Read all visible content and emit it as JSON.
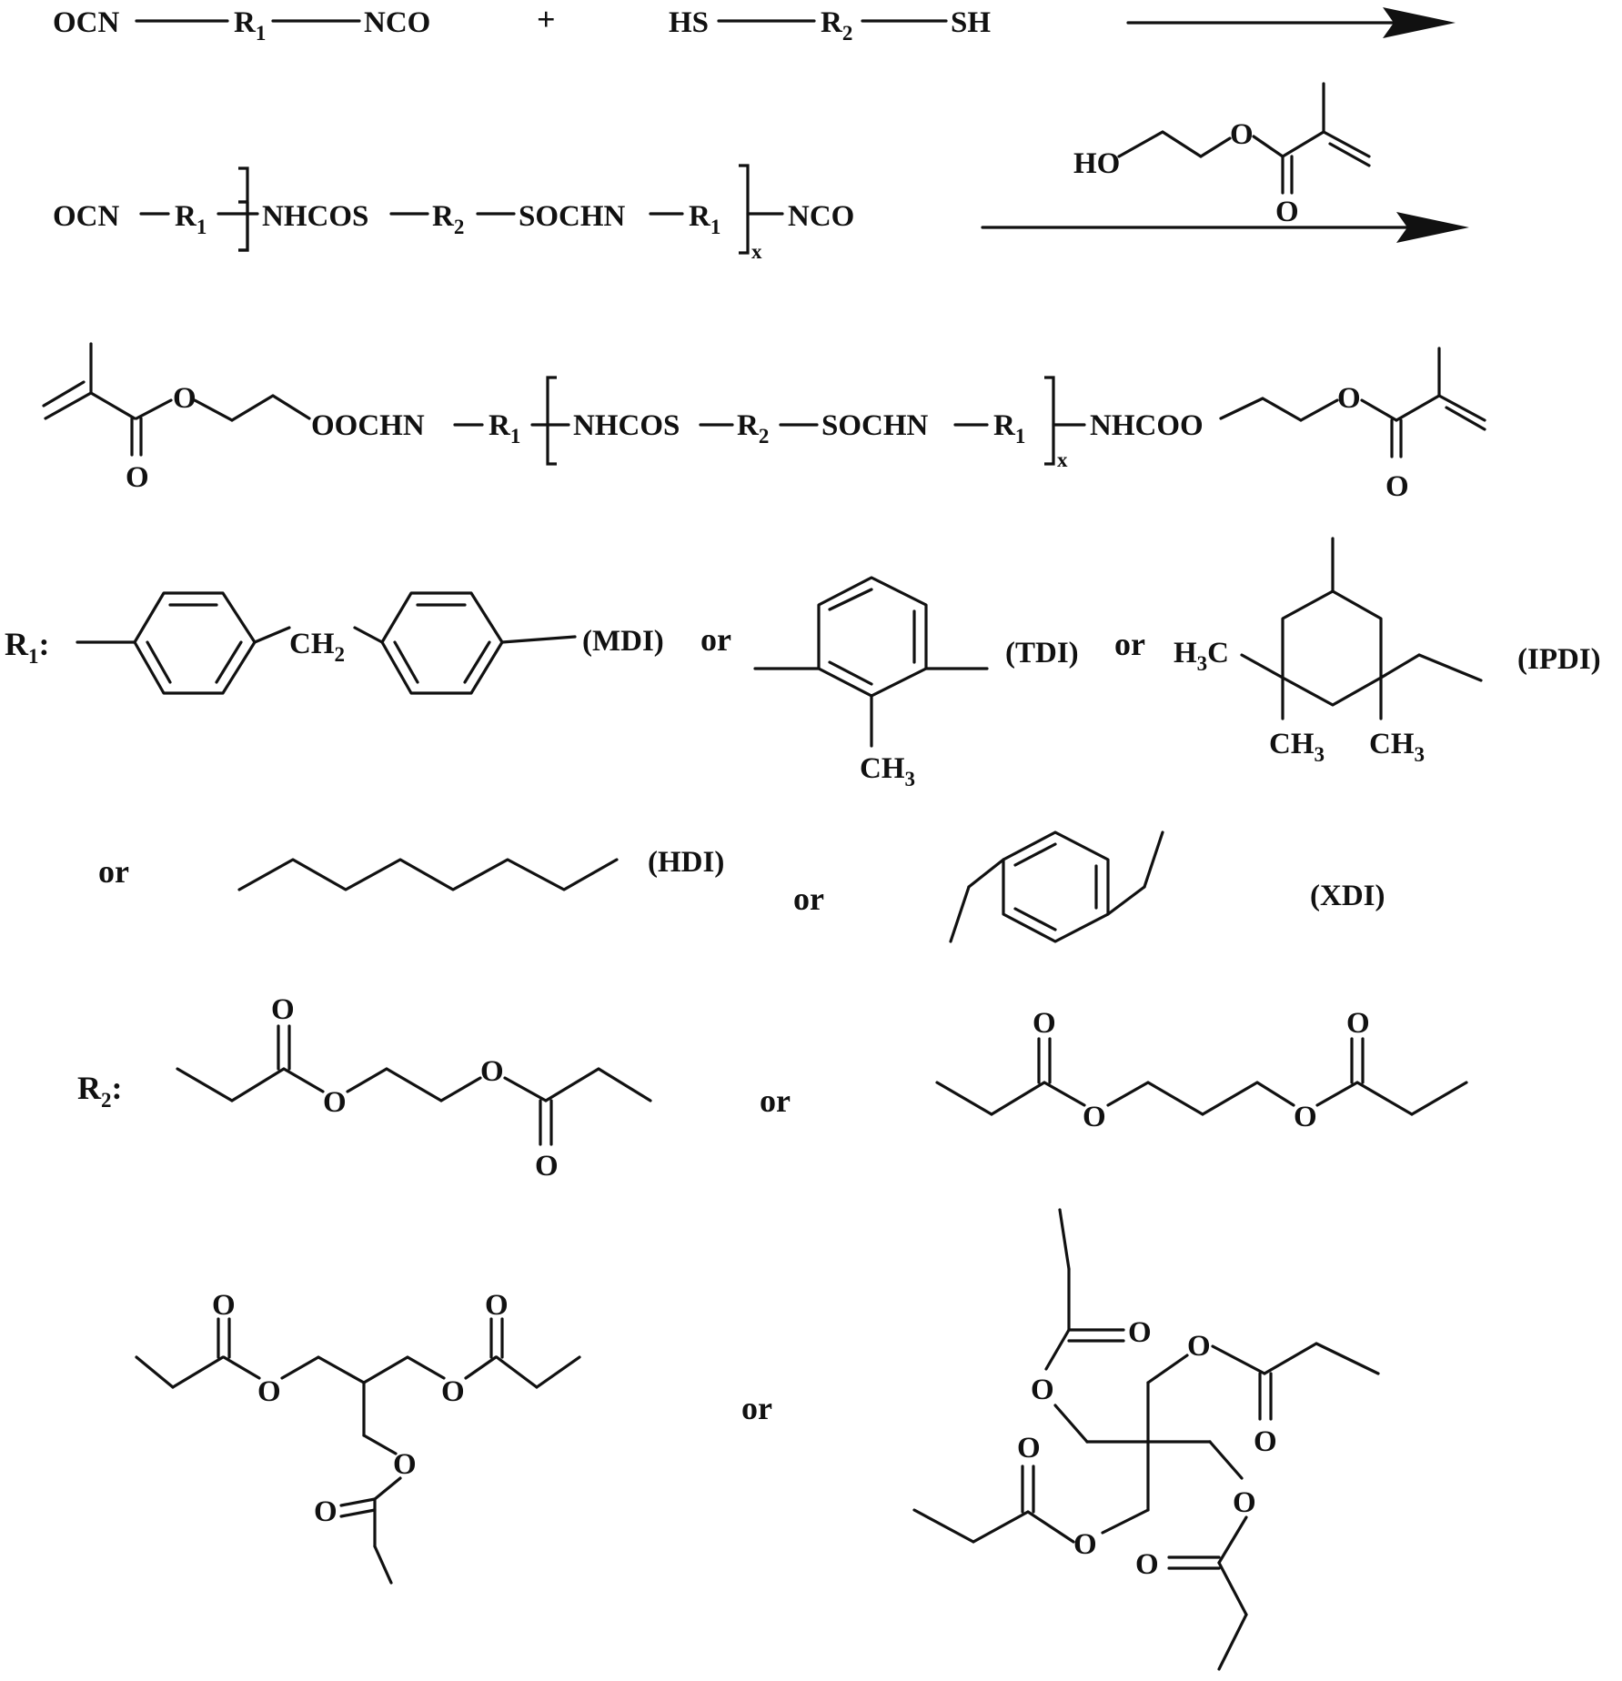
{
  "reaction": {
    "reactant1": {
      "left": "OCN",
      "r": "R",
      "r_sub": "1",
      "right": "NCO"
    },
    "plus": "+",
    "reactant2": {
      "left": "HS",
      "r": "R",
      "r_sub": "2",
      "right": "SH"
    },
    "intermediate": {
      "ocn": "OCN",
      "r1": "R",
      "r1_sub": "1",
      "nhcos": "NHCOS",
      "r2": "R",
      "r2_sub": "2",
      "sochn": "SOCHN",
      "r1b": "R",
      "r1b_sub": "1",
      "x": "x",
      "nco": "NCO"
    },
    "hema": {
      "ho": "HO",
      "o_ether": "O",
      "o_carbonyl": "O"
    },
    "product": {
      "o_ester_left": "O",
      "o_carbonyl_left": "O",
      "oochn": "OOCHN",
      "r1": "R",
      "r1_sub": "1",
      "nhcos": "NHCOS",
      "r2": "R",
      "r2_sub": "2",
      "sochn": "SOCHN",
      "r1b": "R",
      "r1b_sub": "1",
      "x": "x",
      "nhcoo": "NHCOO",
      "o_ester_right": "O",
      "o_carbonyl_right": "O"
    }
  },
  "r1_options": {
    "label": "R",
    "label_sub": "1",
    "colon": ":",
    "mdi": {
      "ch2": "CH",
      "ch2_sub": "2",
      "name": "(MDI)"
    },
    "or1": "or",
    "tdi": {
      "ch3": "CH",
      "ch3_sub": "3",
      "name": "(TDI)"
    },
    "or2": "or",
    "ipdi": {
      "h3c_h": "H",
      "h3c_sub": "3",
      "h3c_c": "C",
      "ch3a": "CH",
      "ch3a_sub": "3",
      "ch3b": "CH",
      "ch3b_sub": "3",
      "name": "(IPDI)"
    },
    "or3": "or",
    "hdi": {
      "name": "(HDI)"
    },
    "or4": "or",
    "xdi": {
      "name": "(XDI)"
    }
  },
  "r2_options": {
    "label": "R",
    "label_sub": "2",
    "colon": ":",
    "glycol": {
      "o1": "O",
      "o2": "O",
      "o3": "O",
      "o4": "O"
    },
    "or1": "or",
    "propanediol": {
      "o1": "O",
      "o2": "O",
      "o3": "O",
      "o4": "O"
    },
    "triol": {
      "o1": "O",
      "o2": "O",
      "o3": "O",
      "o4": "O",
      "o5": "O",
      "o6": "O"
    },
    "or2": "or",
    "pentaerythritol": {
      "o1": "O",
      "o2": "O",
      "o3": "O",
      "o4": "O",
      "o5": "O",
      "o6": "O",
      "o7": "O",
      "o8": "O"
    }
  }
}
